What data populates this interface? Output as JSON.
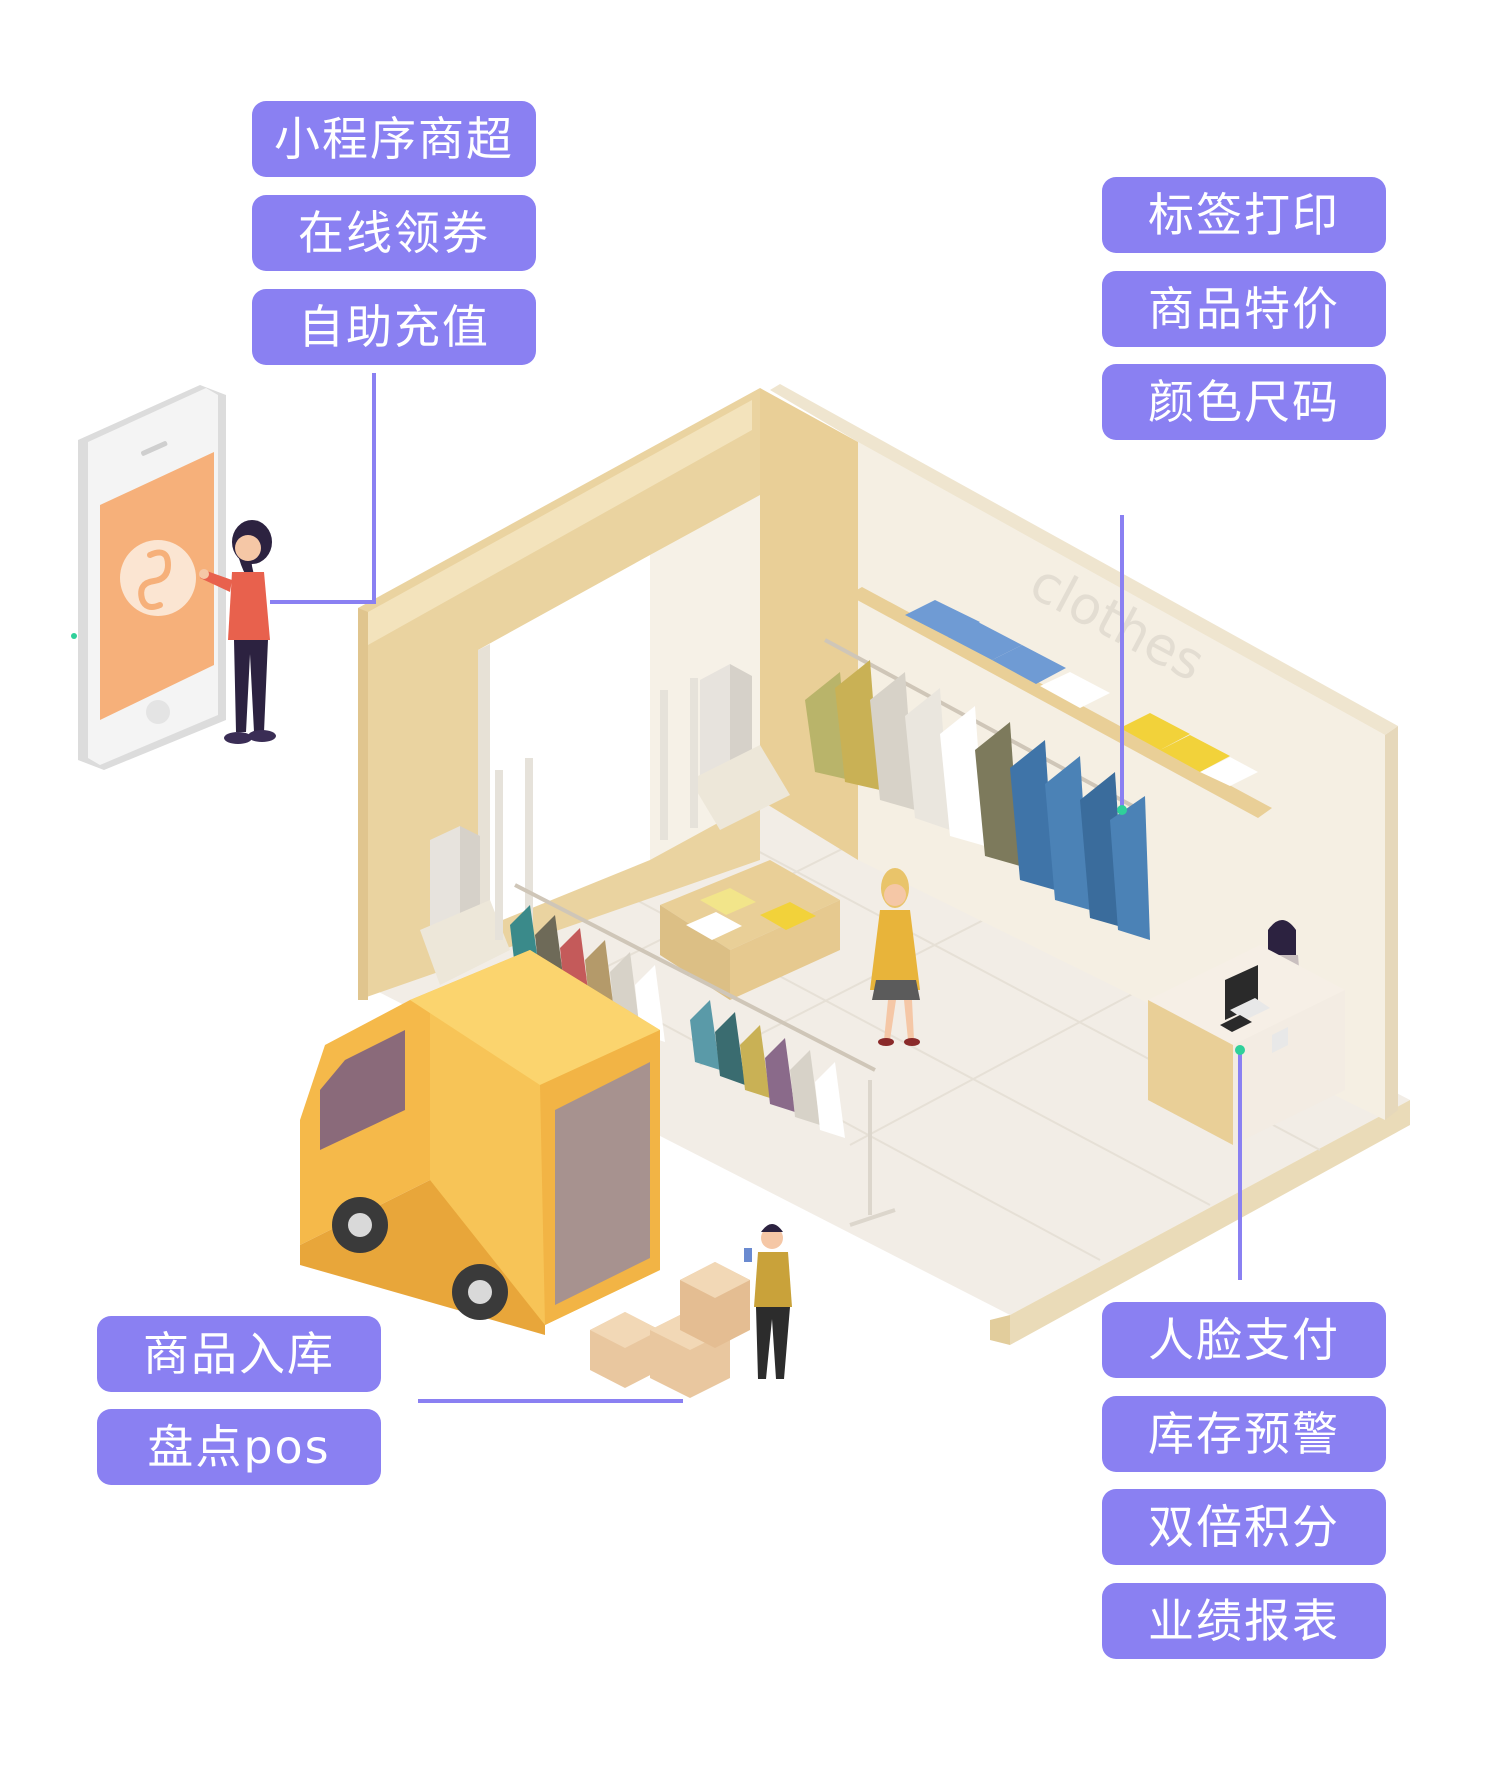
{
  "groups": {
    "phone": [
      "小程序商超",
      "在线领券",
      "自助充值"
    ],
    "clothes": [
      "标签打印",
      "商品特价",
      "颜色尺码"
    ],
    "counter": [
      "人脸支付",
      "库存预警",
      "双倍积分",
      "业绩报表"
    ],
    "delivery": [
      "商品入库",
      "盘点pos"
    ]
  },
  "sign_text": "clothes",
  "colors": {
    "pill": "#8a80f2",
    "wall": "#e9cf97",
    "floor": "#f2ede6",
    "truck": "#f5b94a",
    "phone_screen": "#f6b07a"
  }
}
